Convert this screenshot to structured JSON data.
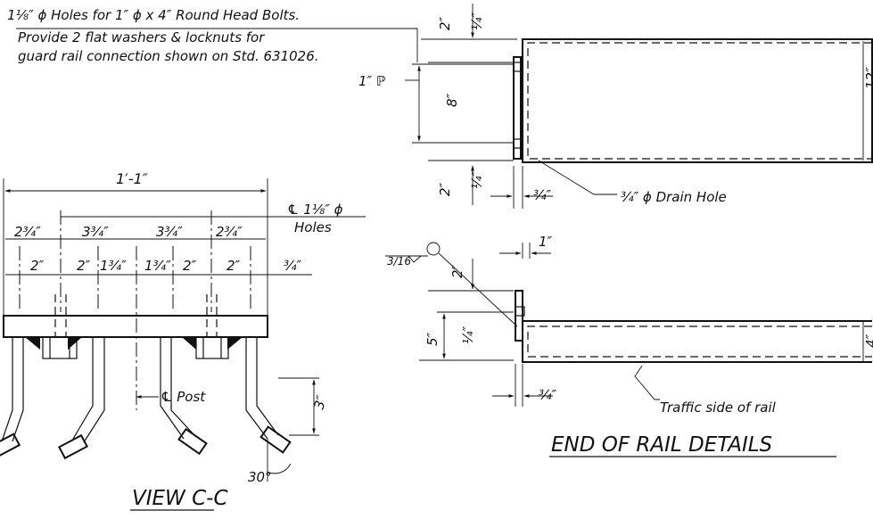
{
  "note": {
    "line1": "1⅛″ ϕ Holes for 1″ ϕ x 4″ Round Head Bolts.",
    "line2": "Provide 2 flat washers & locknuts for",
    "line3": "guard rail connection shown on Std. 631026."
  },
  "view_cc": {
    "title": "VIEW C-C",
    "overall": "1′-1″",
    "holes_cl_line1": "℄ 1⅛″ ϕ",
    "holes_cl_line2": "Holes",
    "upper_dims": [
      "2¾″",
      "3¾″",
      "3¾″",
      "2¾″"
    ],
    "lower_dims": [
      "2″",
      "2″",
      "1¾″",
      "1¾″",
      "2″",
      "2″",
      "¾″"
    ],
    "post_cl": "℄ Post",
    "leg_dim": "3″",
    "angle": "30°"
  },
  "end_of_rail": {
    "title": "END OF RAIL DETAILS",
    "top_2": "2″",
    "top_quarter": "¼″",
    "plate_label": "1″ ℙ",
    "dim_8": "8″",
    "dim_12": "12″",
    "mid_2": "2″",
    "mid_quarter": "¼″",
    "upper_3q": "¾″",
    "drain_hole": "¾″ ϕ Drain Hole",
    "weld_size": "3/16",
    "dim_1": "1″",
    "lower_2": "2″",
    "dim_5": "5″",
    "lower_quarter": "¼″",
    "dim_4": "4″",
    "lower_3q": "¾″",
    "traffic_side": "Traffic side of rail"
  }
}
